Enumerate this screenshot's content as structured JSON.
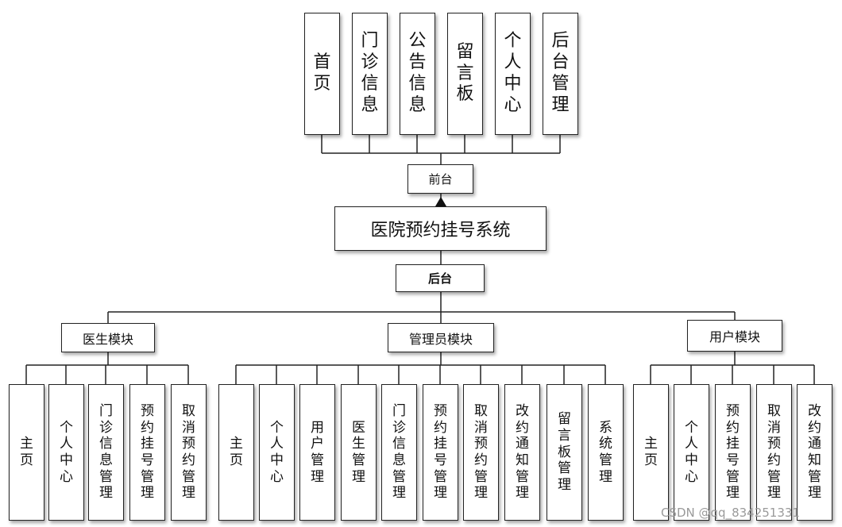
{
  "front": {
    "label": "前台",
    "pages": [
      "首页",
      "门诊信息",
      "公告信息",
      "留言板",
      "个人中心",
      "后台管理"
    ]
  },
  "system": {
    "title": "医院预约挂号系统"
  },
  "back": {
    "label": "后台",
    "modules": [
      {
        "name": "医生模块",
        "items": [
          "主页",
          "个人中心",
          "门诊信息管理",
          "预约挂号管理",
          "取消预约管理"
        ]
      },
      {
        "name": "管理员模块",
        "items": [
          "主页",
          "个人中心",
          "用户管理",
          "医生管理",
          "门诊信息管理",
          "预约挂号管理",
          "取消预约管理",
          "改约通知管理",
          "留言板管理",
          "系统管理"
        ]
      },
      {
        "name": "用户模块",
        "items": [
          "主页",
          "个人中心",
          "预约挂号管理",
          "取消预约管理",
          "改约通知管理"
        ]
      }
    ]
  },
  "watermark": "CSDN @qq_834251331"
}
